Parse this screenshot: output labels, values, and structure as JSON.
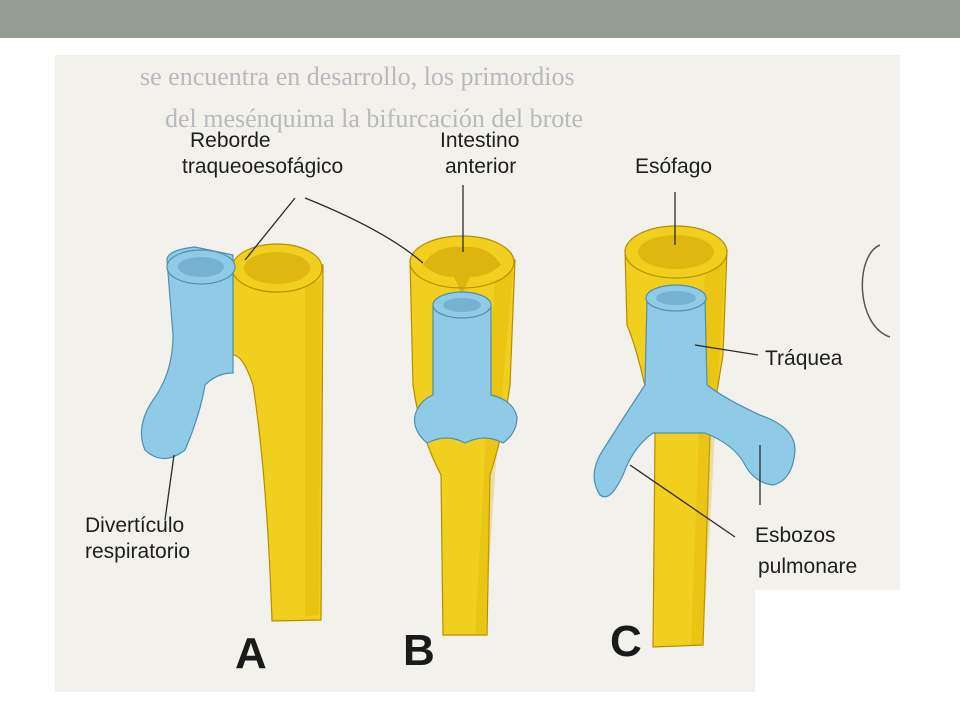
{
  "figure": {
    "labels": {
      "reborde_line1": "Reborde",
      "reborde_line2": "traqueoesofágico",
      "intestino_line1": "Intestino",
      "intestino_line2": "anterior",
      "esofago": "Esófago",
      "traquea": "Tráquea",
      "diverticulo_line1": "Divertículo",
      "diverticulo_line2": "respiratorio",
      "esbozos_line1": "Esbozos",
      "esbozos_line2": "pulmonare"
    },
    "panel_letters": {
      "a": "A",
      "b": "B",
      "c": "C"
    },
    "colors": {
      "esophagus": "#f1cf1e",
      "respiratory": "#8fcbe6",
      "background": "#f3f1ec",
      "top_bar": "#949d94"
    }
  }
}
